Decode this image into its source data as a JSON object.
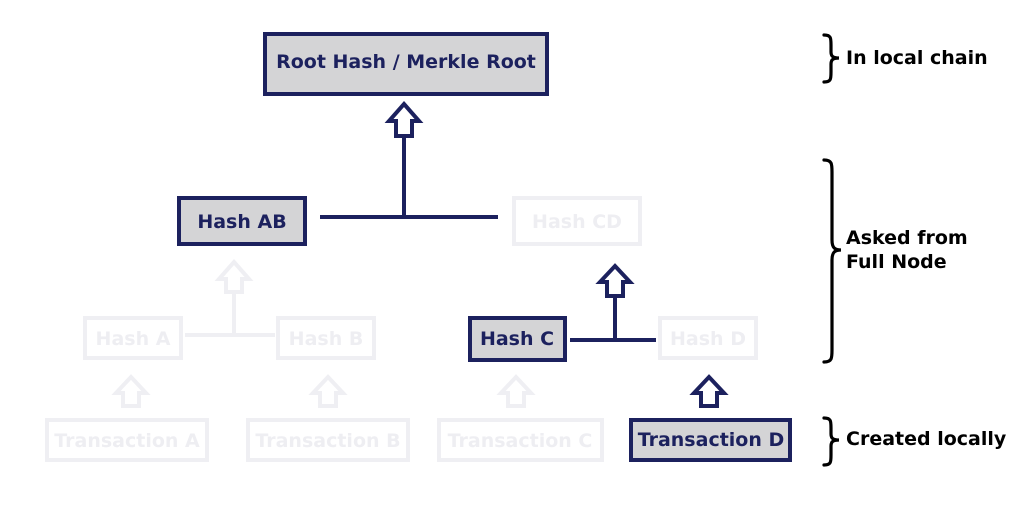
{
  "nodes": {
    "root": "Root Hash / Merkle Root",
    "hash_ab": "Hash AB",
    "hash_cd": "Hash CD",
    "hash_a": "Hash A",
    "hash_b": "Hash B",
    "hash_c": "Hash C",
    "hash_d": "Hash D",
    "tx_a": "Transaction A",
    "tx_b": "Transaction B",
    "tx_c": "Transaction C",
    "tx_d": "Transaction D"
  },
  "levels": {
    "in_local_chain": "In local chain",
    "asked_from_full_node": "Asked from\nFull Node",
    "created_locally": "Created locally"
  },
  "colors": {
    "active_stroke": "#1c215e",
    "active_fill": "#d4d4d6",
    "dim_stroke": "#efeff3"
  }
}
